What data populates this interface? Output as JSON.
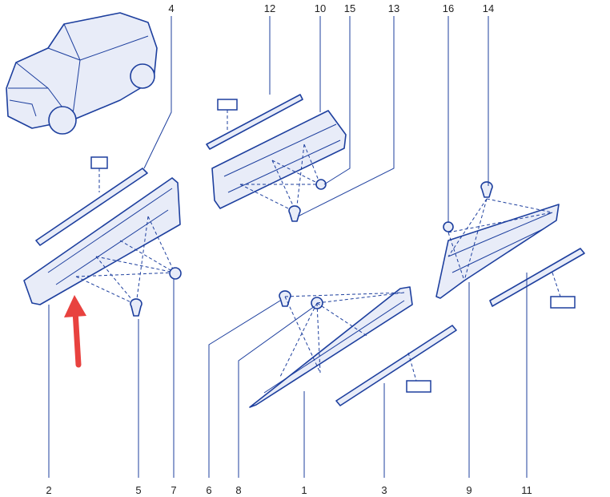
{
  "callouts": {
    "top": [
      "4",
      "12",
      "10",
      "15",
      "13",
      "16",
      "14"
    ],
    "bottom": [
      "2",
      "5",
      "7",
      "6",
      "8",
      "1",
      "3",
      "9",
      "11"
    ]
  },
  "colors": {
    "line": "#1d3f9e",
    "arrow": "#e8423f"
  }
}
